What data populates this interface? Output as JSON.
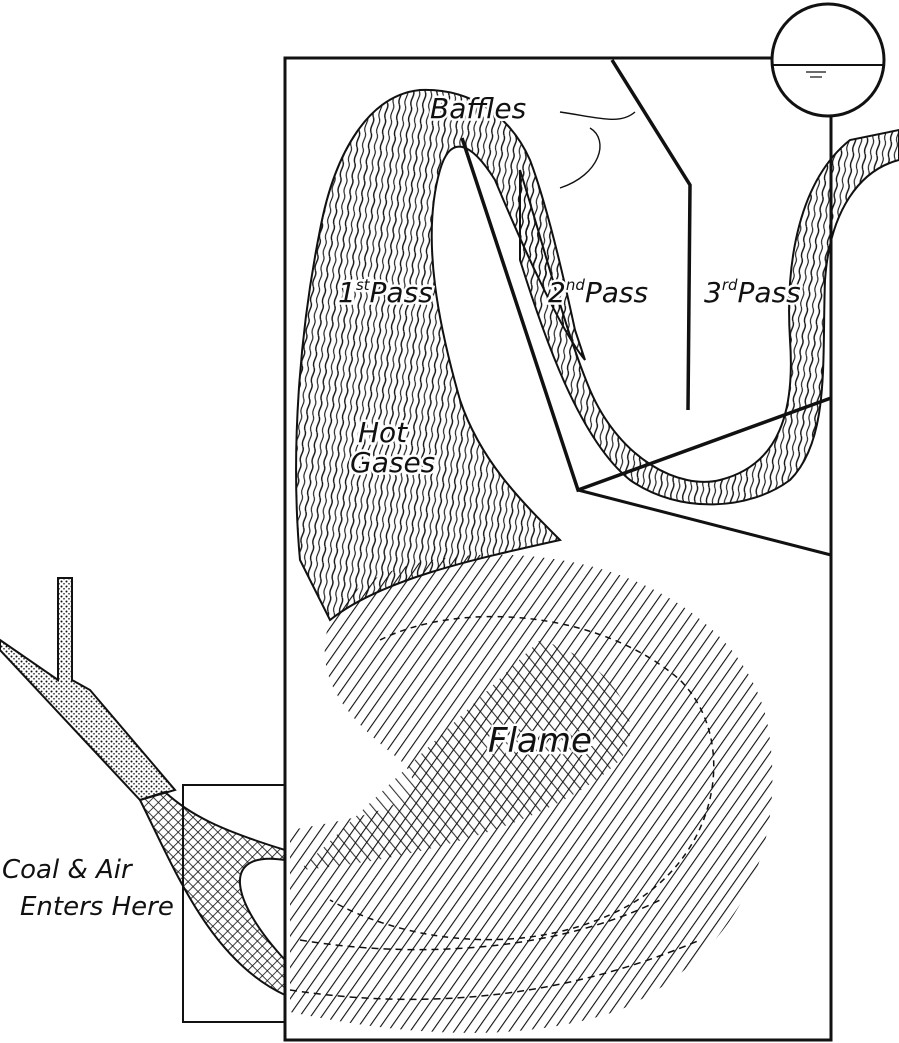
{
  "labels": {
    "baffles": "Baffles",
    "first_pass_num": "1",
    "first_pass_sup": "st",
    "first_pass_word": "Pass",
    "second_pass_num": "2",
    "second_pass_sup": "nd",
    "second_pass_word": "Pass",
    "third_pass_num": "3",
    "third_pass_sup": "rd",
    "third_pass_word": "Pass",
    "hot_line1": "Hot",
    "hot_line2": "Gases",
    "flame": "Flame",
    "coal_line1": "Coal & Air",
    "coal_line2": "Enters Here"
  },
  "style": {
    "ink": "#111111",
    "paper": "#ffffff"
  }
}
